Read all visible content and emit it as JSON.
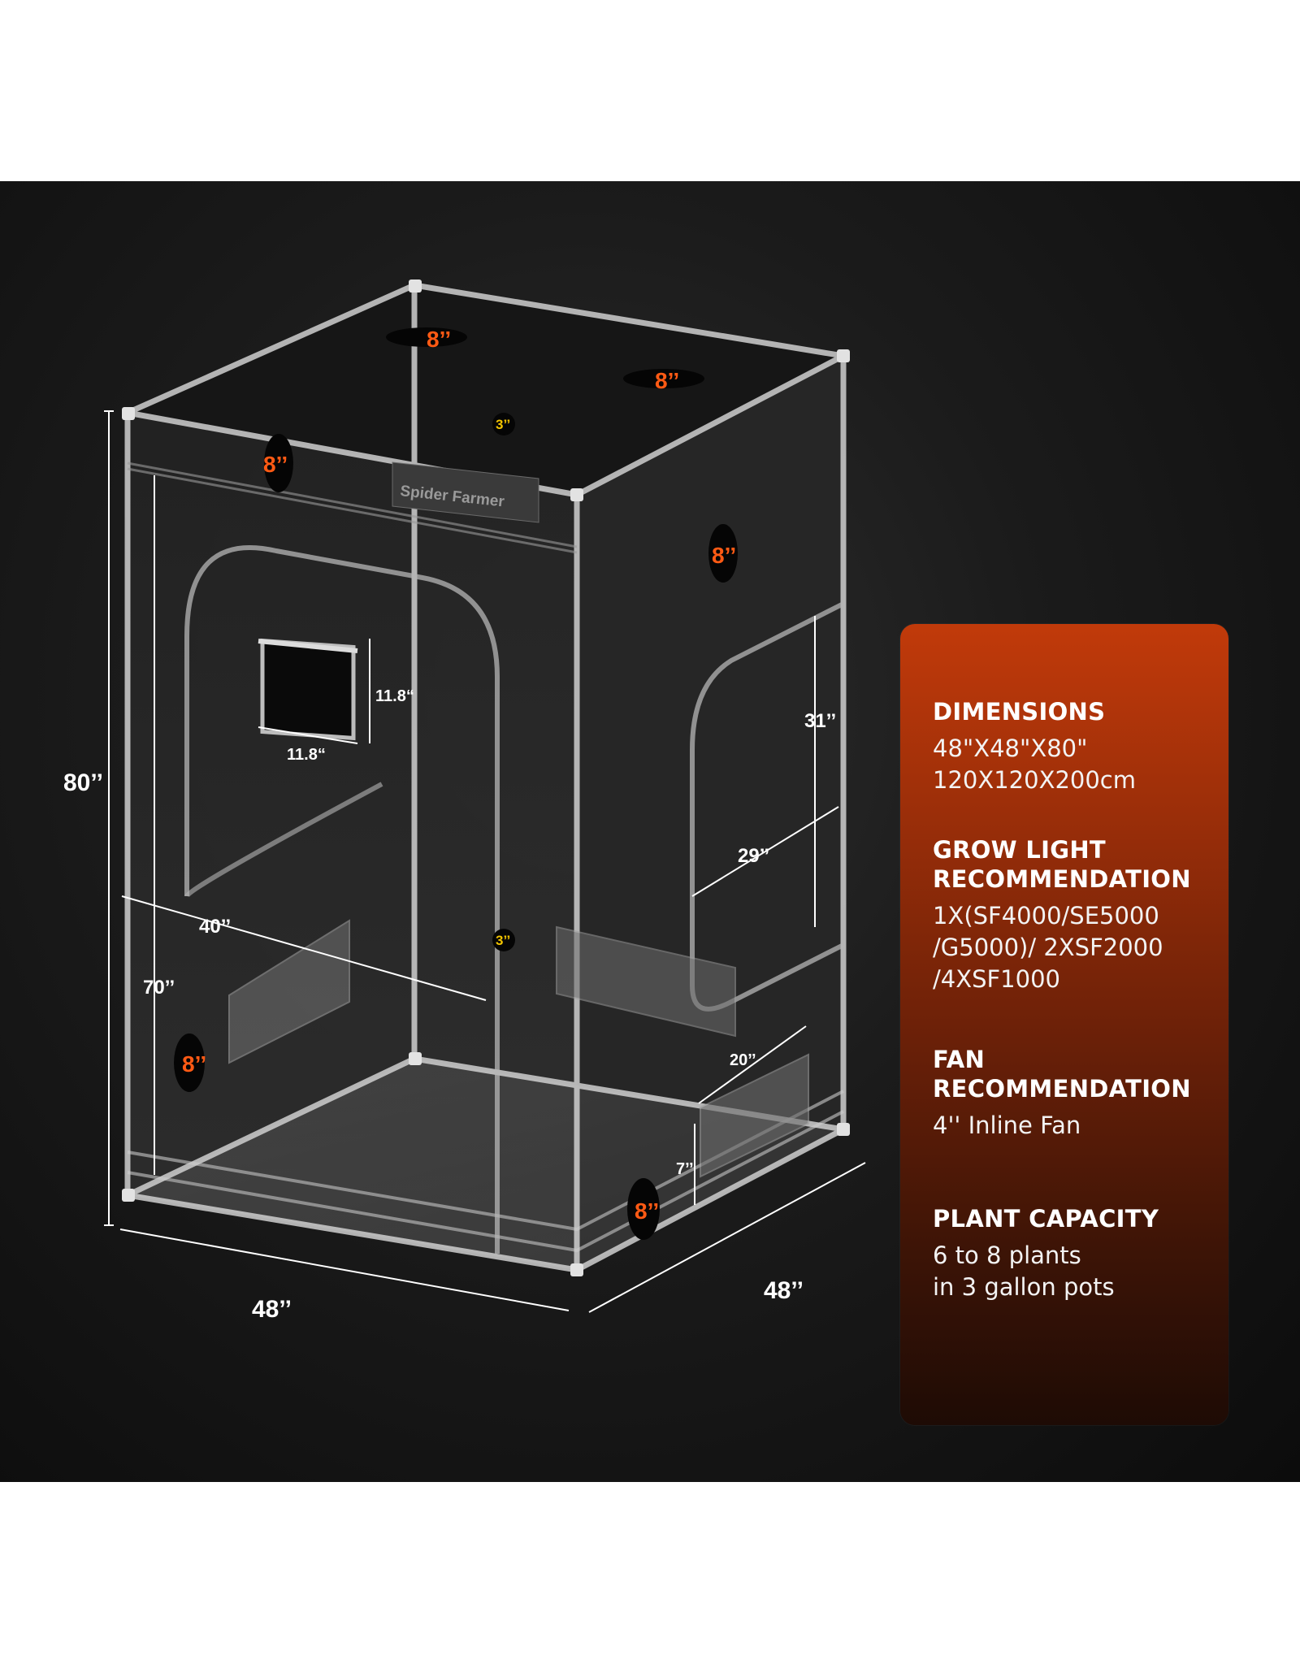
{
  "diagram": {
    "tent_height": "80’’",
    "tent_width_front": "48’’",
    "tent_width_side": "48’’",
    "door_height": "70’’",
    "door_width": "40’’",
    "window_width": "11.8“",
    "window_height": "11.8“",
    "side_door_height": "31’’",
    "side_door_width": "29’’",
    "side_vent_width": "20’’",
    "side_vent_height": "7’’",
    "port_8_label": "8’’",
    "port_3_label": "3’’",
    "brand_logo_text": "Spider Farmer",
    "colors": {
      "port_label": "#ff5a14",
      "small_port_label": "#f2c400",
      "dimension_label": "#ffffff",
      "frame": "#cfcfcf"
    }
  },
  "panel": {
    "sections": [
      {
        "title": "DIMENSIONS",
        "lines": [
          "48\"X48\"X80\"",
          "120X120X200cm"
        ]
      },
      {
        "title_lines": [
          "GROW LIGHT",
          "RECOMMENDATION"
        ],
        "lines": [
          "1X(SF4000/SE5000",
          "/G5000)/ 2XSF2000",
          "/4XSF1000"
        ]
      },
      {
        "title_lines": [
          "FAN",
          "RECOMMENDATION"
        ],
        "lines": [
          "4'' Inline Fan"
        ]
      },
      {
        "title": "PLANT CAPACITY",
        "lines": [
          "6 to 8 plants",
          "in 3 gallon pots"
        ]
      }
    ],
    "colors": {
      "top": "#c13a0a",
      "bottom": "#1e0b05"
    }
  }
}
